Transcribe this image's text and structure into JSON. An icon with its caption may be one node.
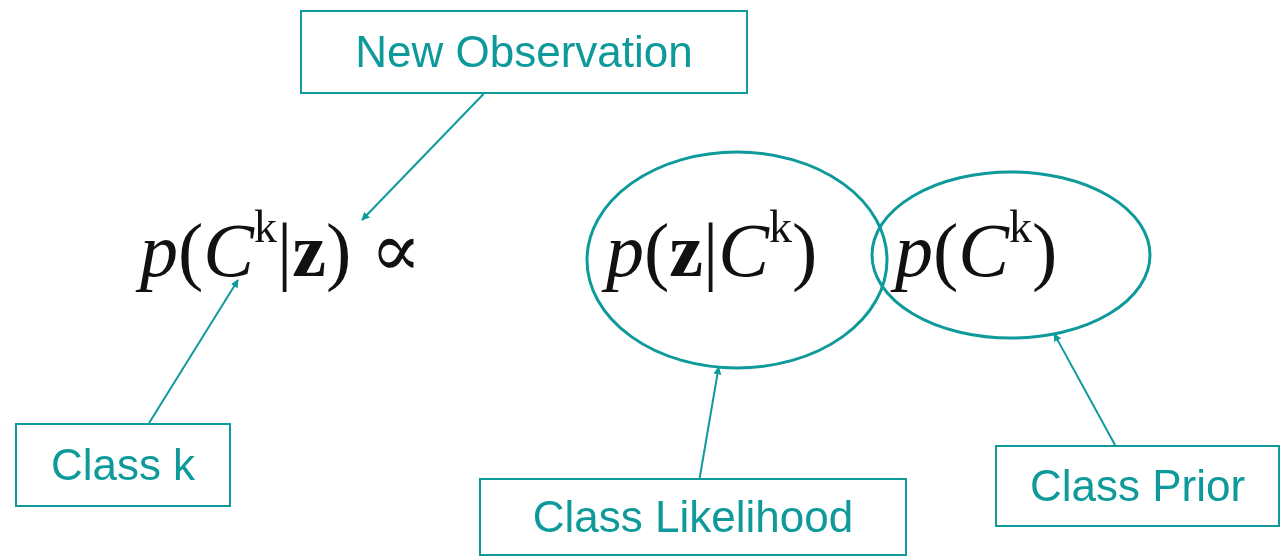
{
  "diagram": {
    "nodes": [
      {
        "text": [
          "New Observation"
        ]
      },
      {
        "text": [
          "Class k"
        ]
      },
      {
        "text": [
          "Class Likelihood"
        ]
      },
      {
        "text": [
          "Class Prior"
        ]
      },
      {
        "text": [],
        "shape": "ellipse"
      },
      {
        "text": [],
        "shape": "ellipse"
      },
      {
        "text": [
          "*p*(*C*$^{k}$|**z**) ∝"
        ]
      }
    ],
    "edges": [
      {
        "from": 0,
        "to": 6,
        "arrow": "to"
      },
      {
        "from": 1,
        "to": 6,
        "arrow": "to"
      },
      {
        "from": 2,
        "to": 4,
        "arrow": "to"
      },
      {
        "from": 3,
        "to": 5,
        "arrow": "to"
      }
    ],
    "labels": [
      "*p*(**z**|*C*$^{k}$)",
      "*p*(*C*$^{k}$)"
    ]
  }
}
